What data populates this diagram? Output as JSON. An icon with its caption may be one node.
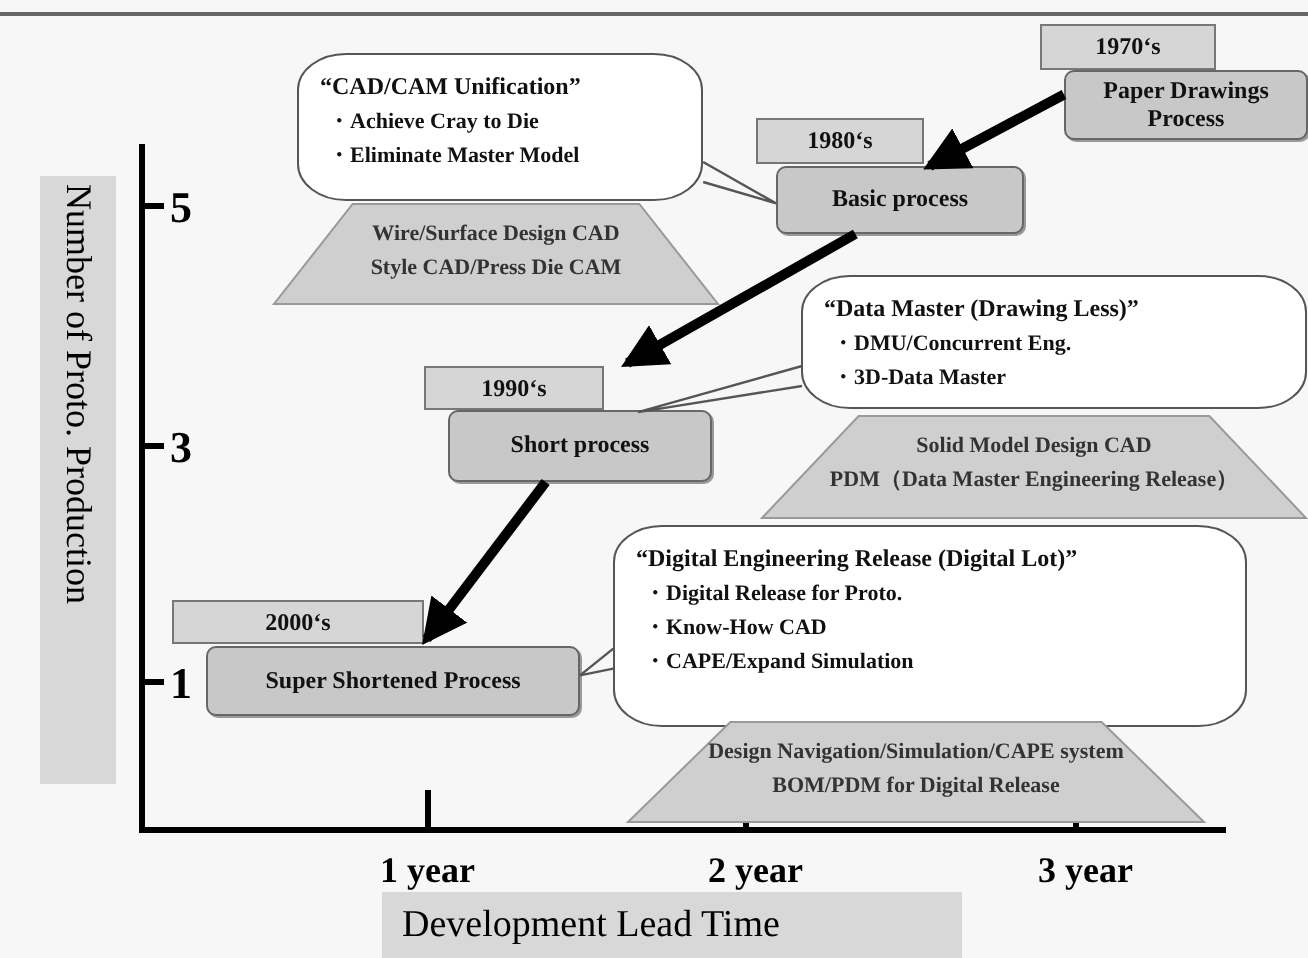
{
  "diagram": {
    "nodes": [
      {
        "text": [
          "1970‘s"
        ]
      },
      {
        "text": [
          "Paper Drawings Process"
        ]
      },
      {
        "text": [
          "1980‘s"
        ]
      },
      {
        "text": [
          "Basic process"
        ]
      },
      {
        "text": [
          "“CAD/CAM Unification”",
          "・Achieve Cray to Die",
          "・Eliminate Master Model"
        ]
      },
      {
        "text": [
          "Wire/Surface Design CAD",
          "Style CAD/Press Die CAM"
        ]
      },
      {
        "text": [
          "1990‘s"
        ]
      },
      {
        "text": [
          "Short process"
        ]
      },
      {
        "text": [
          "“Data Master (Drawing Less)”",
          "・DMU/Concurrent Eng.",
          "・3D-Data Master"
        ]
      },
      {
        "text": [
          "Solid Model Design CAD",
          "PDM（Data Master Engineering Release）"
        ]
      },
      {
        "text": [
          "2000‘s"
        ]
      },
      {
        "text": [
          "Super Shortened Process"
        ]
      },
      {
        "text": [
          "“Digital Engineering Release (Digital Lot)”",
          "・Digital Release for Proto.",
          "・Know-How CAD",
          "・CAPE/Expand Simulation"
        ]
      },
      {
        "text": [
          "Design Navigation/Simulation/CAPE system",
          "BOM/PDM for Digital Release"
        ]
      }
    ],
    "edges": [
      {
        "from": 1,
        "to": 3,
        "arrow": "to",
        "style": "thick"
      },
      {
        "from": 3,
        "to": 7,
        "arrow": "to",
        "style": "thick"
      },
      {
        "from": 7,
        "to": 11,
        "arrow": "to",
        "style": "thick"
      },
      {
        "from": 4,
        "to": 3,
        "arrow": "none"
      },
      {
        "from": 8,
        "to": 7,
        "arrow": "none"
      },
      {
        "from": 12,
        "to": 11,
        "arrow": "none"
      }
    ],
    "labels": [
      "Number of Proto. Production",
      "5",
      "3",
      "1",
      "1 year",
      "2 year",
      "3 year",
      "Development Lead Time"
    ]
  }
}
